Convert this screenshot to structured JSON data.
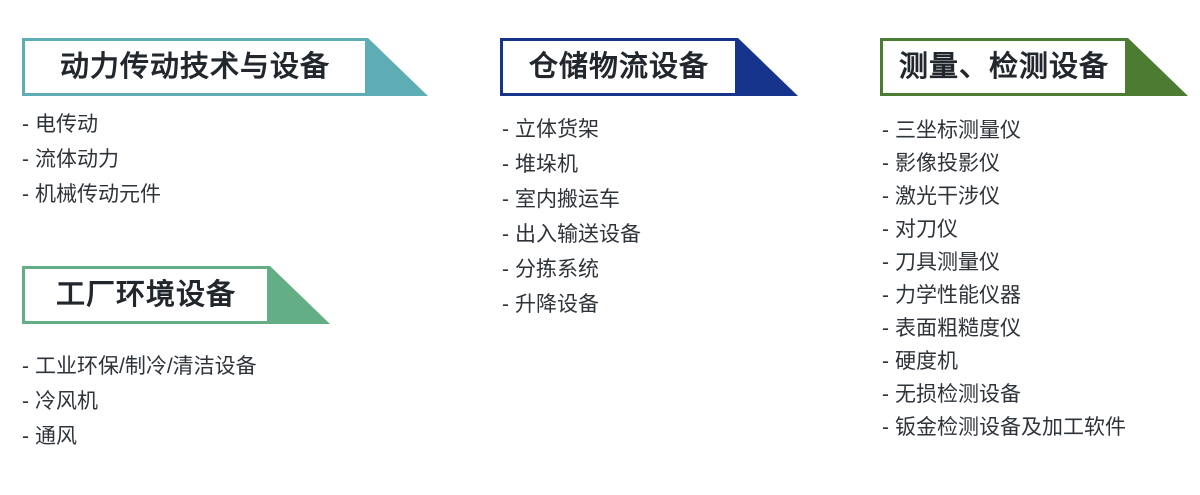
{
  "page": {
    "background": "#ffffff",
    "text_color": "#2f343b",
    "title_color": "#22272e"
  },
  "sections": [
    {
      "id": "power",
      "title": "动力传动技术与设备",
      "accent": "#5fadb4",
      "arrow_icon": "right-arrow-chevron",
      "items": [
        "电传动",
        "流体动力",
        "机械传动元件"
      ]
    },
    {
      "id": "factory",
      "title": "工厂环境设备",
      "accent": "#64ae85",
      "arrow_icon": "right-arrow-chevron",
      "items": [
        "工业环保/制冷/清洁设备",
        "冷风机",
        "通风"
      ]
    },
    {
      "id": "storage",
      "title": "仓储物流设备",
      "accent": "#17348c",
      "arrow_icon": "right-arrow-chevron",
      "items": [
        "立体货架",
        "堆垛机",
        "室内搬运车",
        "出入输送设备",
        "分拣系统",
        "升降设备"
      ]
    },
    {
      "id": "measure",
      "title": "测量、检测设备",
      "accent": "#4b7c32",
      "arrow_icon": "right-arrow-chevron",
      "items": [
        "三坐标测量仪",
        "影像投影仪",
        "激光干涉仪",
        "对刀仪",
        "刀具测量仪",
        "力学性能仪器",
        "表面粗糙度仪",
        "硬度机",
        "无损检测设备",
        "钣金检测设备及加工软件"
      ]
    }
  ],
  "bullet": {
    "marker": "-"
  }
}
